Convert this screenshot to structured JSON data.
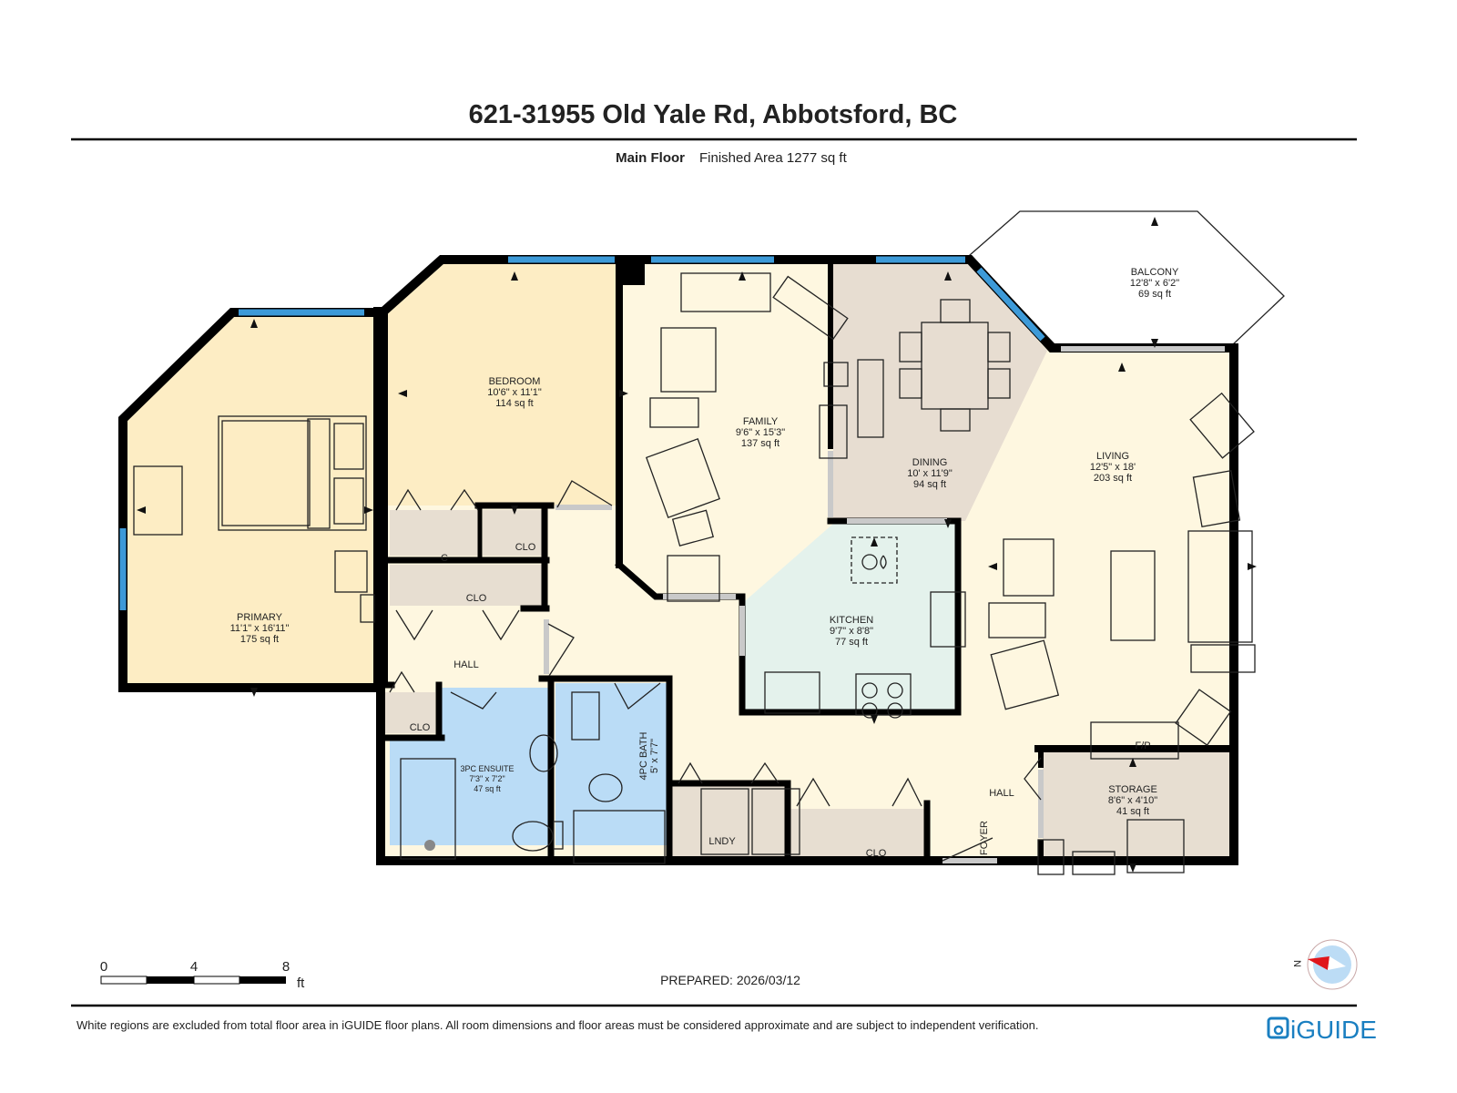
{
  "header": {
    "title": "621-31955 Old Yale Rd, Abbotsford, BC",
    "floor_label": "Main Floor",
    "area_label": "Finished Area 1277 sq ft"
  },
  "rooms": {
    "primary": {
      "name": "PRIMARY",
      "dims": "11'1\" x 16'11\"",
      "area": "175 sq ft"
    },
    "bedroom": {
      "name": "BEDROOM",
      "dims": "10'6\" x 11'1\"",
      "area": "114 sq ft"
    },
    "family": {
      "name": "FAMILY",
      "dims": "9'6\" x 15'3\"",
      "area": "137 sq ft"
    },
    "dining": {
      "name": "DINING",
      "dims": "10' x 11'9\"",
      "area": "94 sq ft"
    },
    "balcony": {
      "name": "BALCONY",
      "dims": "12'8\" x 6'2\"",
      "area": "69 sq ft"
    },
    "living": {
      "name": "LIVING",
      "dims": "12'5\" x 18'",
      "area": "203 sq ft"
    },
    "kitchen": {
      "name": "KITCHEN",
      "dims": "9'7\" x 8'8\"",
      "area": "77 sq ft"
    },
    "ensuite": {
      "name": "3PC ENSUITE",
      "dims": "7'3\" x 7'2\"",
      "area": "47 sq ft"
    },
    "bath": {
      "name": "4PC BATH",
      "dims": "5' x 7'7\""
    },
    "storage": {
      "name": "STORAGE",
      "dims": "8'6\" x 4'10\"",
      "area": "41 sq ft"
    },
    "hall_west": {
      "name": "HALL"
    },
    "hall_east": {
      "name": "HALL"
    },
    "foyer": {
      "name": "FOYER"
    },
    "laundry": {
      "name": "LNDY"
    },
    "fireplace": {
      "name": "F/P"
    },
    "closet_c": {
      "name": "C"
    },
    "closet_1": {
      "name": "CLO"
    },
    "closet_2": {
      "name": "CLO"
    },
    "closet_3": {
      "name": "CLO"
    },
    "closet_4": {
      "name": "CLO"
    }
  },
  "scale_bar": {
    "ticks": [
      "0",
      "4",
      "8"
    ],
    "unit": "ft"
  },
  "prepared": "PREPARED: 2026/03/12",
  "compass": {
    "north_label": "N"
  },
  "footer": {
    "disclaimer": "White regions are excluded from total floor area in iGUIDE floor plans. All room dimensions and floor areas must be considered approximate and are subject to independent verification.",
    "logo": "iGUIDE"
  },
  "colors": {
    "bedroom_fill": "#fdedc4",
    "living_fill": "#fef7e0",
    "dining_fill": "#e7ddd1",
    "kitchen_fill": "#e4f2ec",
    "bath_fill": "#badcf6",
    "closet_fill": "#e7ded1",
    "window": "#3d9ad8",
    "logo": "#1a7fc1",
    "compass_red": "#e0161b",
    "compass_blue": "#bcdcf5"
  }
}
